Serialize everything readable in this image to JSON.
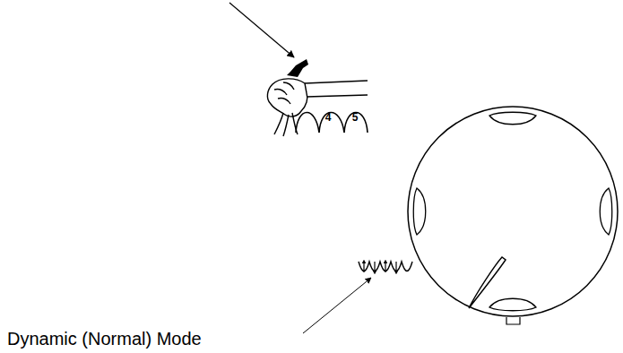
{
  "diagram": {
    "labels": [
      "4",
      "5",
      "Dynamic (Normal) Mode"
    ]
  }
}
